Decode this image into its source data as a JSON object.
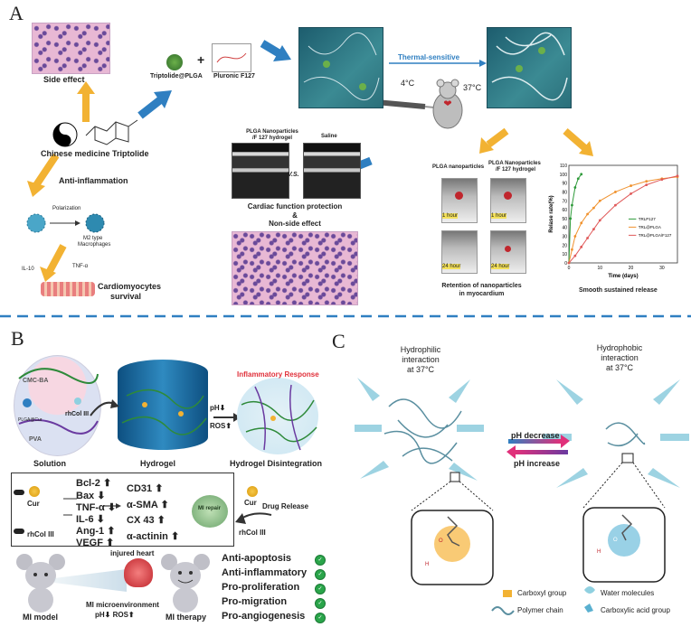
{
  "panel_a": {
    "letter": "A",
    "side_effect": "Side effect",
    "chinese_medicine": "Chinese medicine Triptolide",
    "anti_inflammation": "Anti-inflammation",
    "polarization": "Polarization",
    "m2_type": "M2 type",
    "macrophages": "Macrophages",
    "il10": "IL-10",
    "tnfa": "TNF-α",
    "cardiomyocytes": "Cardiomyocytes",
    "survival": "survival",
    "triptolide_plga": "Triptolide@PLGA",
    "plus": "+",
    "pluronic": "Pluronic F127",
    "thermal": "Thermal-sensitive",
    "temp_4": "4°C",
    "temp_37": "37°C",
    "plga_np_hydrogel": "PLGA Nanoparticles",
    "f127_hydrogel": "/F 127 hydrogel",
    "saline": "Saline",
    "vs": "V.S.",
    "cardiac_protection": "Cardiac function protection",
    "amp": "&",
    "non_side": "Non-side effect",
    "plga_nanoparticles": "PLGA nanoparticles",
    "plga_np_hydrogel_2": "PLGA Nanoparticles",
    "f127_hydrogel_2": "/F 127 hydrogel",
    "hour_1a": "1 hour",
    "hour_1b": "1 hour",
    "hour_24a": "24 hour",
    "hour_24b": "24 hour",
    "retention": "Retention of nanoparticles",
    "in_myocardium": "in myocardium",
    "smooth_release": "Smooth sustained release"
  },
  "chart_data": {
    "type": "line",
    "title": "",
    "xlabel": "Time (days)",
    "ylabel": "Relase rate(%)",
    "xlim": [
      0,
      35
    ],
    "ylim": [
      0,
      110
    ],
    "xticks": [
      0,
      10,
      20,
      30
    ],
    "yticks": [
      0,
      10,
      20,
      30,
      40,
      50,
      60,
      70,
      80,
      90,
      100,
      110
    ],
    "series": [
      {
        "name": "TRLP127",
        "color": "#2e9a3a",
        "x": [
          0,
          0.5,
          1,
          2,
          3,
          4
        ],
        "y": [
          0,
          50,
          65,
          85,
          95,
          100
        ]
      },
      {
        "name": "TRL@PLGA",
        "color": "#f0922e",
        "x": [
          0,
          1,
          2,
          4,
          6,
          8,
          10,
          15,
          20,
          25,
          30,
          35
        ],
        "y": [
          0,
          15,
          30,
          45,
          55,
          62,
          70,
          80,
          87,
          92,
          95,
          97
        ]
      },
      {
        "name": "TRL@PLGA/F127",
        "color": "#e05a5a",
        "x": [
          0,
          2,
          4,
          6,
          8,
          10,
          15,
          20,
          25,
          30,
          35
        ],
        "y": [
          0,
          8,
          18,
          28,
          38,
          48,
          65,
          78,
          88,
          94,
          98
        ]
      }
    ],
    "legend_position": "bottom-right"
  },
  "panel_b": {
    "letter": "B",
    "cmc_ba": "CMC-BA",
    "rhcol": "rhCol III",
    "plga_cur": "PLGA@Cur",
    "pva": "PVA",
    "solution": "Solution",
    "hydrogel": "Hydrogel",
    "inflammatory": "Inflammatory Response",
    "ph_down": "pH⬇",
    "ros_up": "ROS⬆",
    "disintegration": "Hydrogel Disintegration",
    "cur": "Cur",
    "rhcol_2": "rhCol III",
    "bcl2": "Bcl-2",
    "bax": "Bax",
    "tnfa": "TNF-α",
    "il6": "IL-6",
    "ang1": "Ang-1",
    "vegf": "VEGF",
    "cd31": "CD31",
    "asma": "α-SMA",
    "cx43": "CX 43",
    "aactinin": "α-actinin",
    "mi_repair": "MI repair",
    "drug_release": "Drug Release",
    "cur_right": "Cur",
    "rhcol_right": "rhCol III",
    "injured_heart": "injured heart",
    "mi_micro": "MI microenvironment",
    "ph_ros": "pH⬇  ROS⬆",
    "mi_model": "MI model",
    "mi_therapy": "MI therapy",
    "effects": [
      "Anti-apoptosis",
      "Anti-inflammatory",
      "Pro-proliferation",
      "Pro-migration",
      "Pro-angiogenesis"
    ],
    "arrows": {
      "up": "⬆",
      "down": "⬇"
    }
  },
  "panel_c": {
    "letter": "C",
    "hydrophilic": "Hydrophilic",
    "interaction": "interaction",
    "at37": "at 37°C",
    "hydrophobic": "Hydrophobic",
    "interaction_2": "interaction",
    "at37_2": "at 37°C",
    "ph_decrease": "pH decrease",
    "ph_increase": "pH increase",
    "carboxyl": "Carboxyl group",
    "water": "Water molecules",
    "polymer": "Polymer chain",
    "carboxylic": "Carboxylic acid group",
    "atom_o": "O",
    "atom_h": "H"
  },
  "colors": {
    "accent_blue": "#2f7fc1",
    "arrow_yellow": "#f2b233",
    "gel_teal": "#2b6f7a",
    "check_green": "#2aa54a",
    "water_blue": "#8fd0e0"
  }
}
